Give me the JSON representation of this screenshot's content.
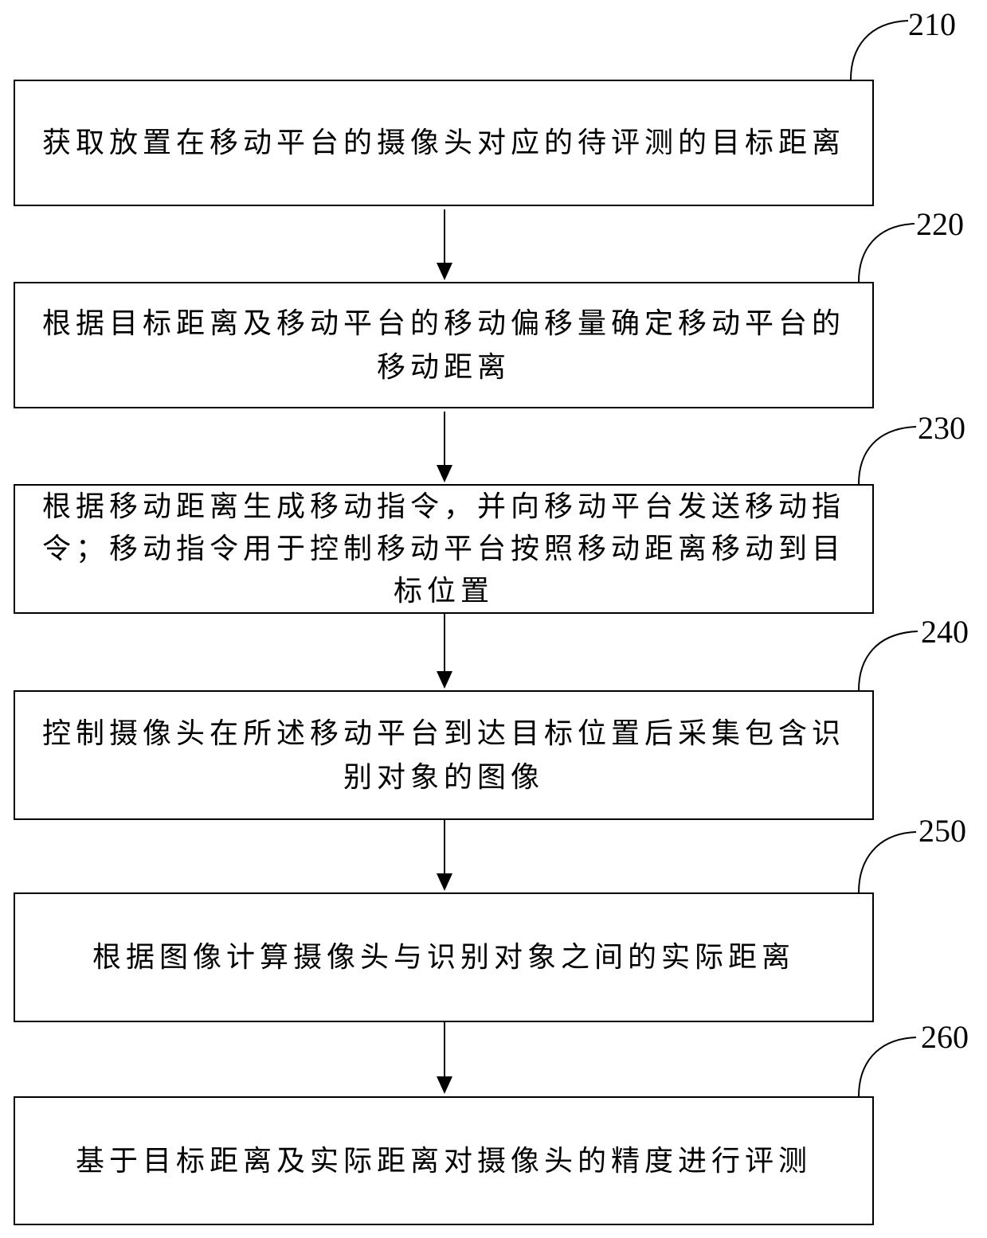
{
  "steps": [
    {
      "id": "210",
      "text": "获取放置在移动平台的摄像头对应的待评测的目标距离"
    },
    {
      "id": "220",
      "text": "根据目标距离及移动平台的移动偏移量确定移动平台的移动距离"
    },
    {
      "id": "230",
      "text": "根据移动距离生成移动指令，并向移动平台发送移动指令；移动指令用于控制移动平台按照移动距离移动到目标位置"
    },
    {
      "id": "240",
      "text": "控制摄像头在所述移动平台到达目标位置后采集包含识别对象的图像"
    },
    {
      "id": "250",
      "text": "根据图像计算摄像头与识别对象之间的实际距离"
    },
    {
      "id": "260",
      "text": "基于目标距离及实际距离对摄像头的精度进行评测"
    }
  ]
}
